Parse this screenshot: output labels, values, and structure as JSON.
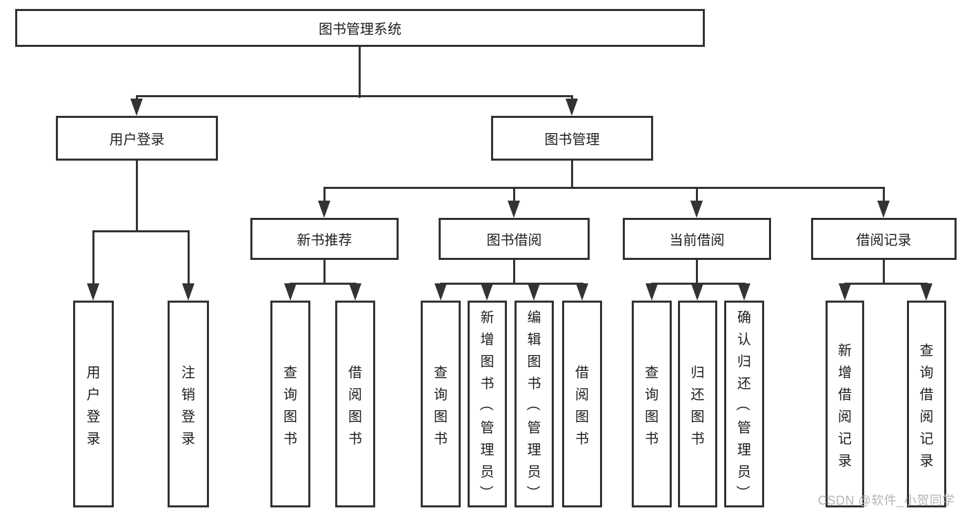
{
  "diagram": {
    "title": "图书管理系统",
    "level2": [
      {
        "label": "用户登录",
        "parent": "图书管理系统"
      },
      {
        "label": "图书管理",
        "parent": "图书管理系统"
      }
    ],
    "level3": [
      {
        "label": "新书推荐",
        "parent": "图书管理"
      },
      {
        "label": "图书借阅",
        "parent": "图书管理"
      },
      {
        "label": "当前借阅",
        "parent": "图书管理"
      },
      {
        "label": "借阅记录",
        "parent": "图书管理"
      }
    ],
    "leaves": [
      {
        "label": "用户登录",
        "parent": "用户登录"
      },
      {
        "label": "注销登录",
        "parent": "用户登录"
      },
      {
        "label": "查询图书",
        "parent": "新书推荐"
      },
      {
        "label": "借阅图书",
        "parent": "新书推荐"
      },
      {
        "label": "查询图书",
        "parent": "图书借阅"
      },
      {
        "label": "新增图书（管理员）",
        "parent": "图书借阅"
      },
      {
        "label": "编辑图书（管理员）",
        "parent": "图书借阅"
      },
      {
        "label": "借阅图书",
        "parent": "图书借阅"
      },
      {
        "label": "查询图书",
        "parent": "当前借阅"
      },
      {
        "label": "归还图书",
        "parent": "当前借阅"
      },
      {
        "label": "确认归还（管理员）",
        "parent": "当前借阅"
      },
      {
        "label": "新增借阅记录",
        "parent": "借阅记录"
      },
      {
        "label": "查询借阅记录",
        "parent": "借阅记录"
      }
    ],
    "watermark": "CSDN @软件_小贺同学",
    "colors": {
      "line": "#333333",
      "text": "#1d1d1d",
      "background": "#ffffff",
      "watermark": "#b5b5b5"
    }
  }
}
